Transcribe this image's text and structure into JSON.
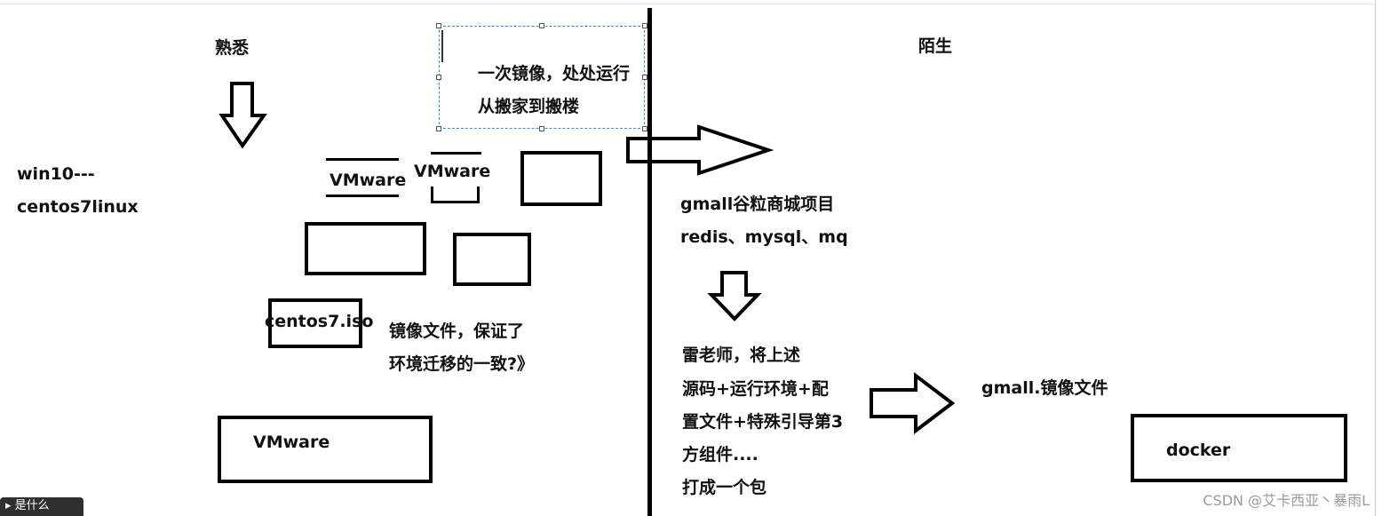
{
  "labels": {
    "familiar": "熟悉",
    "stranger": "陌生",
    "win10": "win10---",
    "centos7linux": "centos7linux",
    "vmware_1": "VMware",
    "vmware_2": "VMware",
    "vmware_bottom": "VMware",
    "centos_iso": "centos7.iso",
    "image_note_line1": "镜像文件，保证了",
    "image_note_line2": "环境迁移的一致?》",
    "slogan_line1": "一次镜像，处处运行",
    "slogan_line2": "从搬家到搬楼",
    "project_line1": "gmall谷粒商城项目",
    "project_line2": "redis、mysql、mq",
    "teacher_line1": "雷老师，将上述",
    "teacher_line2": "源码+运行环境+配",
    "teacher_line3": "置文件+特殊引导第3",
    "teacher_line4": "方组件....",
    "teacher_line5": "打成一个包",
    "gmall_image": "gmall.镜像文件",
    "docker": "docker"
  },
  "watermark": "CSDN @艾卡西亚丶暴雨L",
  "tooltip": "▸ 是什么",
  "icons": {
    "down_arrow_left": "down-arrow-icon",
    "right_arrow_top": "right-arrow-icon",
    "down_arrow_right": "down-arrow-icon",
    "right_arrow_bottom": "right-arrow-icon"
  },
  "colors": {
    "ink": "#000000",
    "selection": "#3b8fd0",
    "watermark": "#9a9a9a"
  }
}
